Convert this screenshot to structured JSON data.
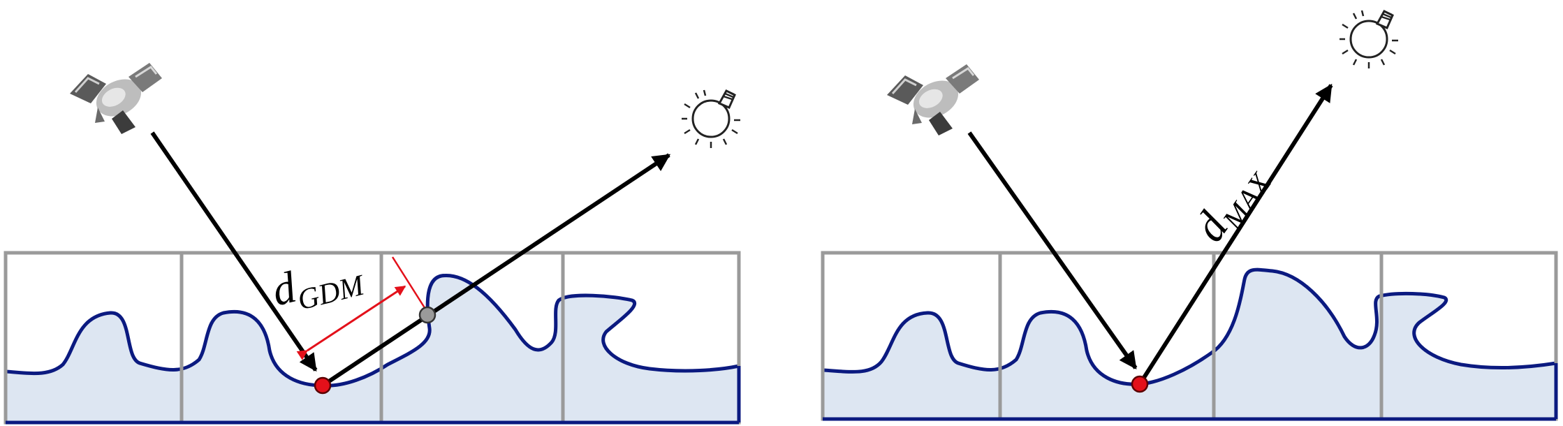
{
  "panels": [
    {
      "id": "left",
      "label_main": "d",
      "label_sub": "GDM"
    },
    {
      "id": "right",
      "label_main": "d",
      "label_sub": "MAX"
    }
  ],
  "colors": {
    "surface_stroke": "#0b1a80",
    "surface_fill": "#dde6f2",
    "grid_stroke": "#9a9a9a",
    "ray": "#000000",
    "distance_marker": "#e3101a",
    "hit_point": "#e3101a",
    "occlusion_point": "#9a9a9a"
  },
  "icons": {
    "viewer": "satellite-icon",
    "light": "light-bulb-icon"
  }
}
